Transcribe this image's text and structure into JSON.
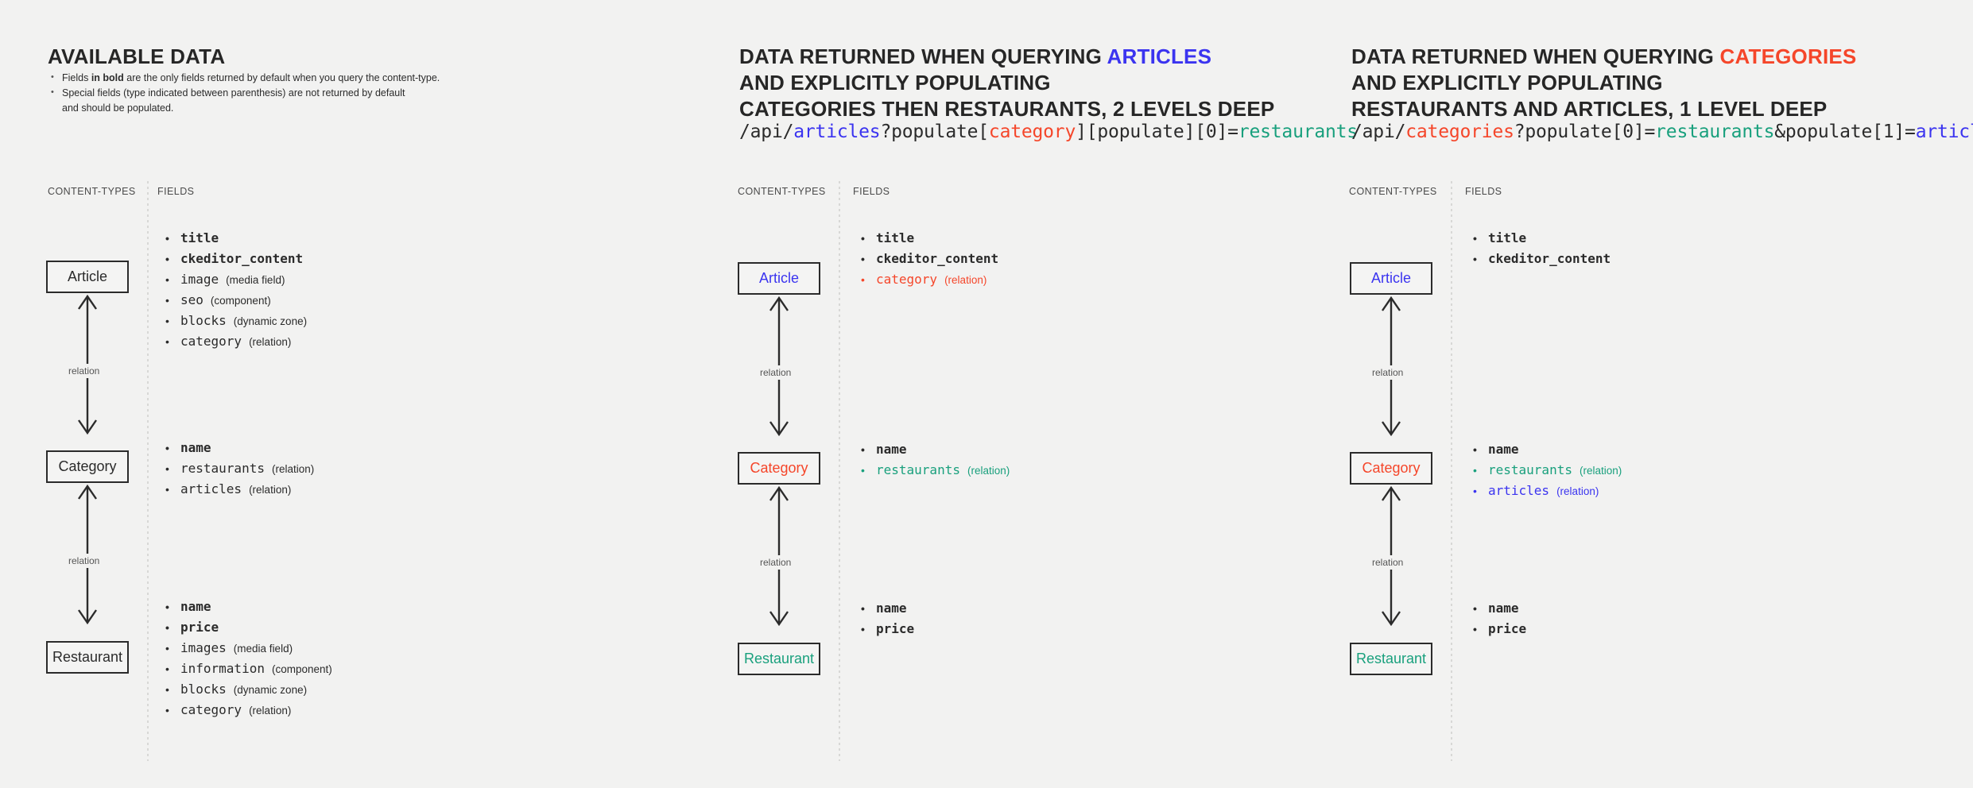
{
  "panels": [
    {
      "heading_plain": "AVAILABLE DATA",
      "notes": [
        "Fields in bold are the only fields returned by default when you query the content-type.",
        "Special fields (type indicated between parenthesis) are not returned by default and should be populated."
      ],
      "col_types_label": "CONTENT-TYPES",
      "col_fields_label": "FIELDS",
      "relation_label": "relation",
      "boxes": {
        "article": "Article",
        "category": "Category",
        "restaurant": "Restaurant"
      },
      "fields": {
        "article": [
          {
            "name": "title",
            "type": "",
            "bold": true,
            "color": ""
          },
          {
            "name": "ckeditor_content",
            "type": "",
            "bold": true,
            "color": ""
          },
          {
            "name": "image",
            "type": "(media field)",
            "bold": false,
            "color": ""
          },
          {
            "name": "seo",
            "type": "(component)",
            "bold": false,
            "color": ""
          },
          {
            "name": "blocks",
            "type": "(dynamic zone)",
            "bold": false,
            "color": ""
          },
          {
            "name": "category",
            "type": "(relation)",
            "bold": false,
            "color": ""
          }
        ],
        "category": [
          {
            "name": "name",
            "type": "",
            "bold": true,
            "color": ""
          },
          {
            "name": "restaurants",
            "type": "(relation)",
            "bold": false,
            "color": ""
          },
          {
            "name": "articles",
            "type": "(relation)",
            "bold": false,
            "color": ""
          }
        ],
        "restaurant": [
          {
            "name": "name",
            "type": "",
            "bold": true,
            "color": ""
          },
          {
            "name": "price",
            "type": "",
            "bold": true,
            "color": ""
          },
          {
            "name": "images",
            "type": "(media field)",
            "bold": false,
            "color": ""
          },
          {
            "name": "information",
            "type": "(component)",
            "bold": false,
            "color": ""
          },
          {
            "name": "blocks",
            "type": "(dynamic zone)",
            "bold": false,
            "color": ""
          },
          {
            "name": "category",
            "type": "(relation)",
            "bold": false,
            "color": ""
          }
        ]
      }
    },
    {
      "heading_line1_pre": "DATA RETURNED WHEN QUERYING ",
      "heading_line1_accent": "ARTICLES",
      "heading_line2": "AND EXPLICITLY POPULATING",
      "heading_line3": "CATEGORIES THEN RESTAURANTS, 2 LEVELS DEEP",
      "query_parts": [
        {
          "t": "/api/",
          "c": ""
        },
        {
          "t": "articles",
          "c": "blue"
        },
        {
          "t": "?populate[",
          "c": ""
        },
        {
          "t": "category",
          "c": "red"
        },
        {
          "t": "][populate][0]=",
          "c": ""
        },
        {
          "t": "restaurants",
          "c": "teal"
        }
      ],
      "col_types_label": "CONTENT-TYPES",
      "col_fields_label": "FIELDS",
      "relation_label": "relation",
      "boxes": {
        "article": "Article",
        "category": "Category",
        "restaurant": "Restaurant"
      },
      "fields": {
        "article": [
          {
            "name": "title",
            "type": "",
            "bold": true,
            "color": ""
          },
          {
            "name": "ckeditor_content",
            "type": "",
            "bold": true,
            "color": ""
          },
          {
            "name": "category",
            "type": "(relation)",
            "bold": false,
            "color": "red"
          }
        ],
        "category": [
          {
            "name": "name",
            "type": "",
            "bold": true,
            "color": ""
          },
          {
            "name": "restaurants",
            "type": "(relation)",
            "bold": false,
            "color": "teal"
          }
        ],
        "restaurant": [
          {
            "name": "name",
            "type": "",
            "bold": true,
            "color": ""
          },
          {
            "name": "price",
            "type": "",
            "bold": true,
            "color": ""
          }
        ]
      }
    },
    {
      "heading_line1_pre": "DATA RETURNED WHEN QUERYING ",
      "heading_line1_accent": "CATEGORIES",
      "heading_line2": "AND EXPLICITLY POPULATING",
      "heading_line3": "RESTAURANTS AND ARTICLES, 1 LEVEL DEEP",
      "query_parts": [
        {
          "t": "/api/",
          "c": ""
        },
        {
          "t": "categories",
          "c": "red"
        },
        {
          "t": "?populate[0]=",
          "c": ""
        },
        {
          "t": "restaurants",
          "c": "teal"
        },
        {
          "t": "&populate[1]=",
          "c": ""
        },
        {
          "t": "articles",
          "c": "blue"
        }
      ],
      "col_types_label": "CONTENT-TYPES",
      "col_fields_label": "FIELDS",
      "relation_label": "relation",
      "boxes": {
        "article": "Article",
        "category": "Category",
        "restaurant": "Restaurant"
      },
      "fields": {
        "article": [
          {
            "name": "title",
            "type": "",
            "bold": true,
            "color": ""
          },
          {
            "name": "ckeditor_content",
            "type": "",
            "bold": true,
            "color": ""
          }
        ],
        "category": [
          {
            "name": "name",
            "type": "",
            "bold": true,
            "color": ""
          },
          {
            "name": "restaurants",
            "type": "(relation)",
            "bold": false,
            "color": "teal"
          },
          {
            "name": "articles",
            "type": "(relation)",
            "bold": false,
            "color": "blue"
          }
        ],
        "restaurant": [
          {
            "name": "name",
            "type": "",
            "bold": true,
            "color": ""
          },
          {
            "name": "price",
            "type": "",
            "bold": true,
            "color": ""
          }
        ]
      }
    }
  ],
  "colors": {
    "blue": "#3b34f0",
    "red": "#f5462a",
    "teal": "#19a07d",
    "background": "#f2f2f1",
    "ink": "#2b2b2b"
  }
}
